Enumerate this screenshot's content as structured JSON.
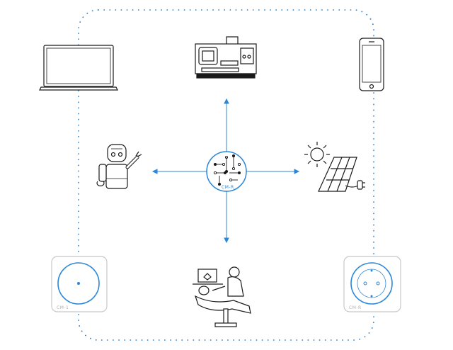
{
  "colors": {
    "accent": "#2b87d8",
    "line": "#1a1a1a",
    "device_border": "#c8c8c8",
    "label": "#b0b0b0"
  },
  "hub": {
    "label": "CM-R",
    "icon": "circuit-chip-icon"
  },
  "nodes": {
    "laptop": {
      "icon": "laptop-icon"
    },
    "cnc_machine": {
      "icon": "cnc-machine-icon"
    },
    "smartphone": {
      "icon": "smartphone-icon"
    },
    "robot": {
      "icon": "robot-icon"
    },
    "solar": {
      "icon": "solar-panel-icon"
    },
    "dental": {
      "icon": "dental-chair-icon"
    },
    "device_left": {
      "label": "CM-1",
      "icon": "socket-device-icon"
    },
    "device_right": {
      "label": "CM-R",
      "icon": "power-socket-device-icon"
    }
  }
}
